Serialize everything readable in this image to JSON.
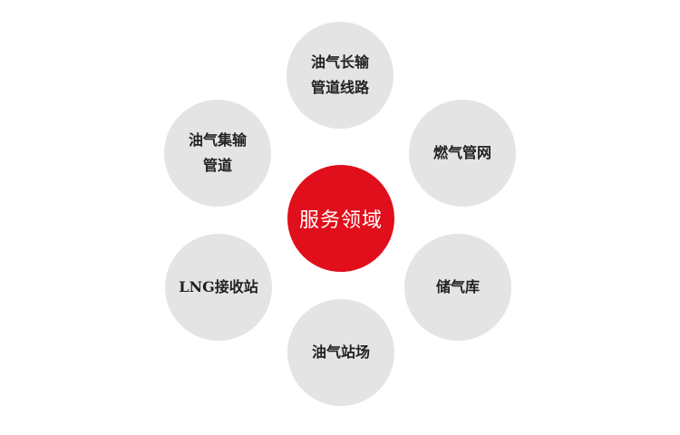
{
  "center": {
    "label": "服务领域",
    "color": "#e10e1b"
  },
  "node_color": "#e4e4e4",
  "nodes": [
    {
      "label": "油气长输\n管道线路"
    },
    {
      "label": "油气集输\n管道"
    },
    {
      "label": "燃气管网"
    },
    {
      "label": "LNG接收站"
    },
    {
      "label": "储气库"
    },
    {
      "label": "油气站场"
    }
  ]
}
